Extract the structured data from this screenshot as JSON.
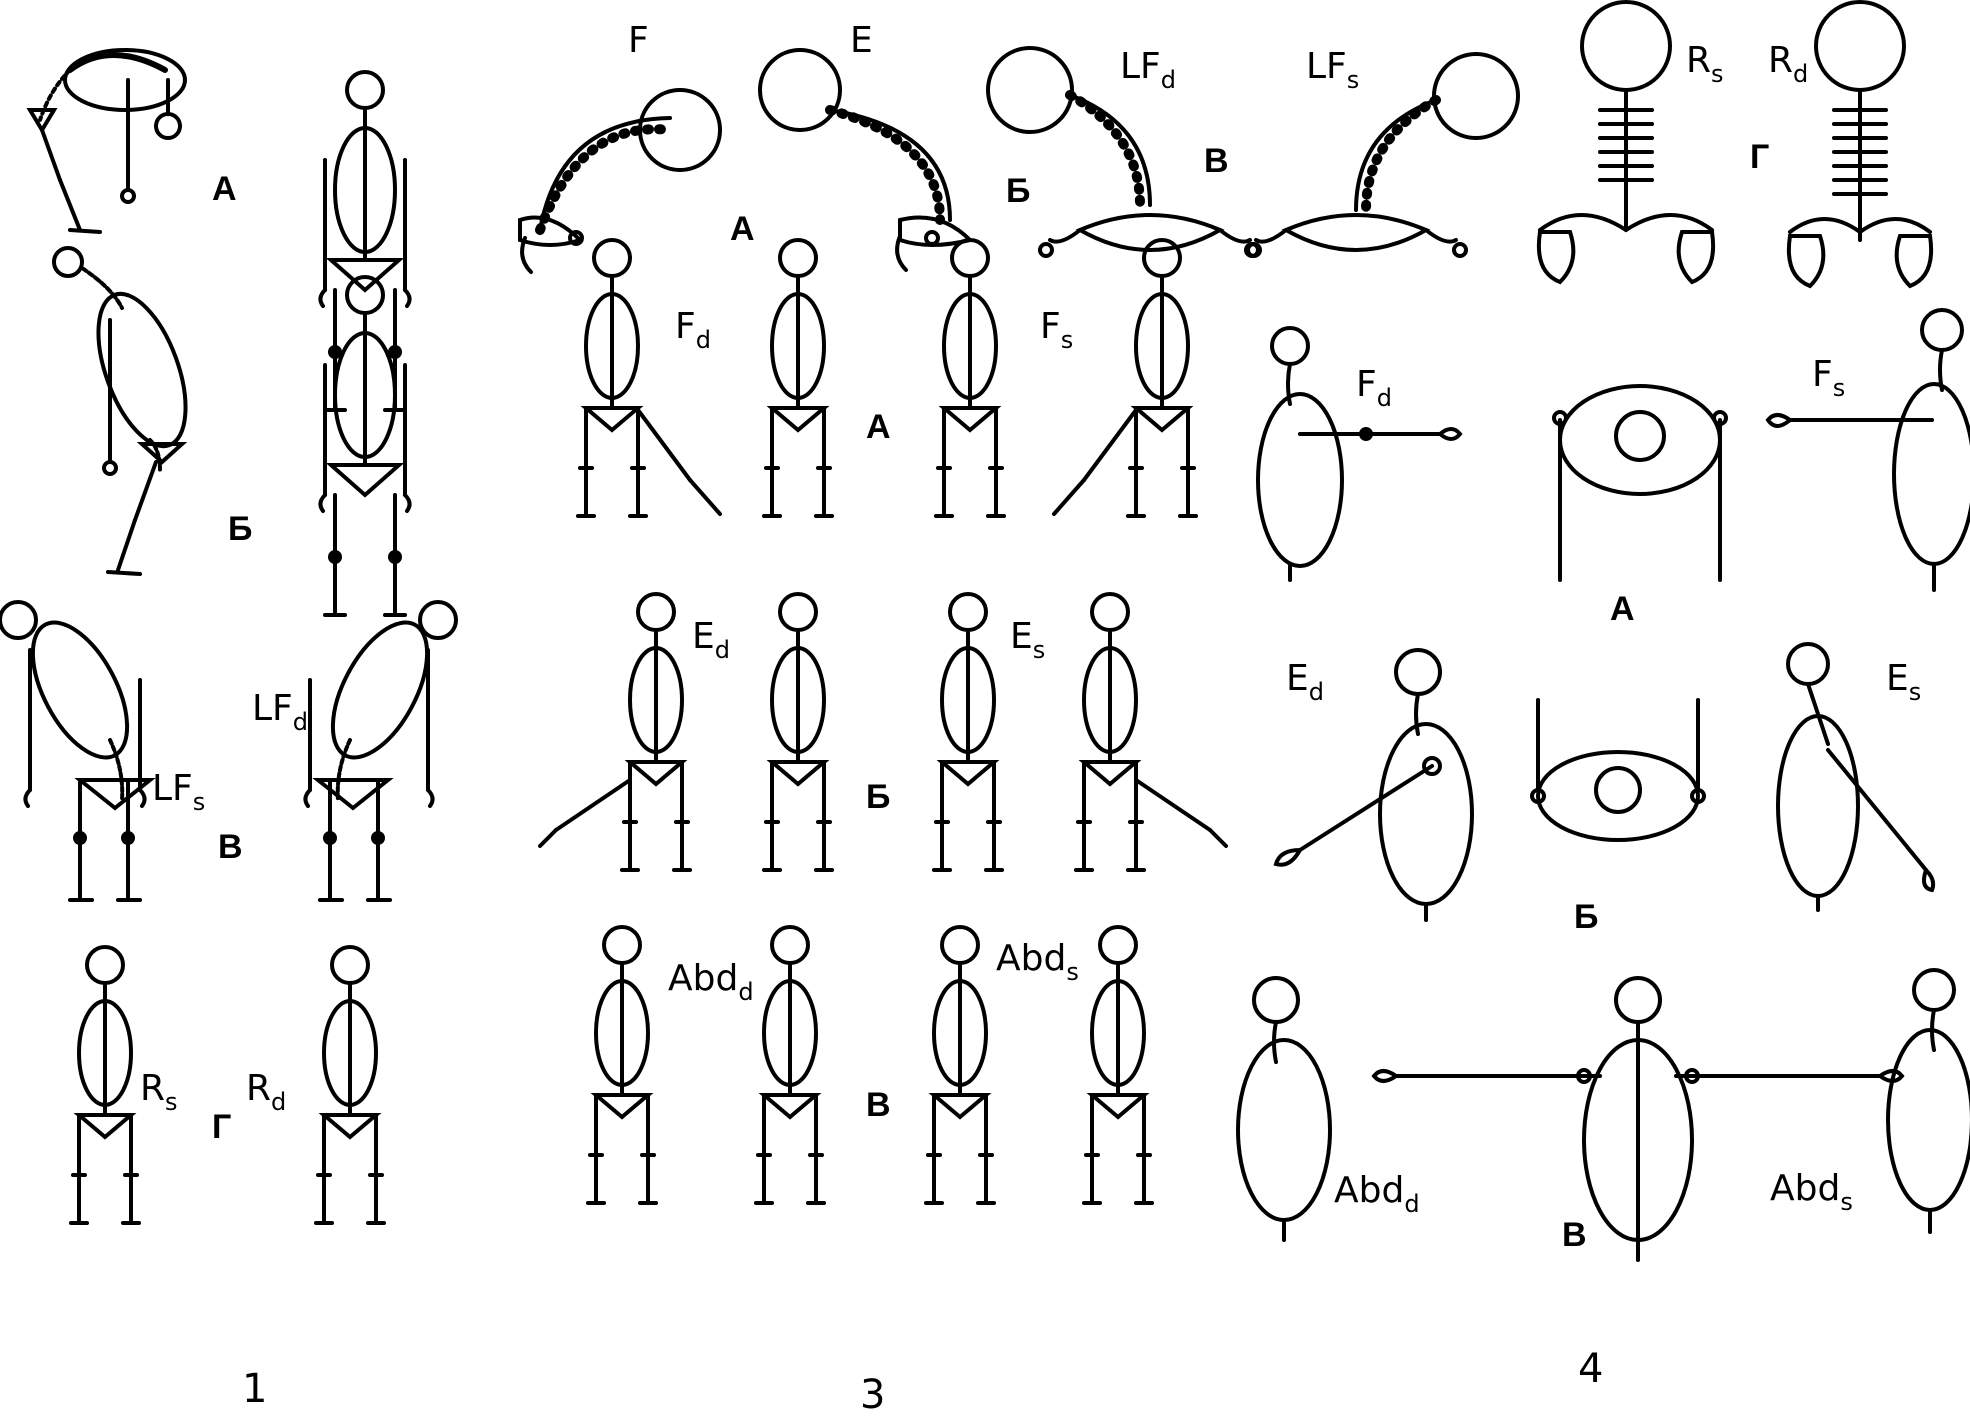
{
  "panels": [
    {
      "number": "1",
      "rows": [
        {
          "letter": "А",
          "labels": []
        },
        {
          "letter": "Б",
          "labels": []
        },
        {
          "letter": "В",
          "labels": [
            {
              "main": "LF",
              "sub": "s"
            },
            {
              "main": "LF",
              "sub": "d"
            }
          ]
        },
        {
          "letter": "Г",
          "labels": [
            {
              "main": "R",
              "sub": "s"
            },
            {
              "main": "R",
              "sub": "d"
            }
          ]
        }
      ]
    },
    {
      "number": "3",
      "top": [
        {
          "letter": "А",
          "labels": [
            {
              "main": "F",
              "sub": ""
            },
            {
              "main": "E",
              "sub": ""
            }
          ]
        },
        {
          "letter": "Б",
          "labels": [
            {
              "main": "LF",
              "sub": "d"
            }
          ]
        },
        {
          "letter": "В",
          "labels": [
            {
              "main": "LF",
              "sub": "s"
            }
          ]
        }
      ],
      "rows": [
        {
          "letter": "А",
          "labels": [
            {
              "main": "F",
              "sub": "d"
            },
            {
              "main": "F",
              "sub": "s"
            }
          ]
        },
        {
          "letter": "Б",
          "labels": [
            {
              "main": "E",
              "sub": "d"
            },
            {
              "main": "E",
              "sub": "s"
            }
          ]
        },
        {
          "letter": "В",
          "labels": [
            {
              "main": "Abd",
              "sub": "d"
            },
            {
              "main": "Abd",
              "sub": "s"
            }
          ]
        }
      ]
    },
    {
      "number": "4",
      "top": {
        "letter": "Г",
        "labels": [
          {
            "main": "R",
            "sub": "s"
          },
          {
            "main": "R",
            "sub": "d"
          }
        ]
      },
      "rows": [
        {
          "letter": "А",
          "labels": [
            {
              "main": "F",
              "sub": "d"
            },
            {
              "main": "F",
              "sub": "s"
            }
          ]
        },
        {
          "letter": "Б",
          "labels": [
            {
              "main": "E",
              "sub": "d"
            },
            {
              "main": "E",
              "sub": "s"
            }
          ]
        },
        {
          "letter": "В",
          "labels": [
            {
              "main": "Abd",
              "sub": "d"
            },
            {
              "main": "Abd",
              "sub": "s"
            }
          ]
        }
      ]
    }
  ]
}
